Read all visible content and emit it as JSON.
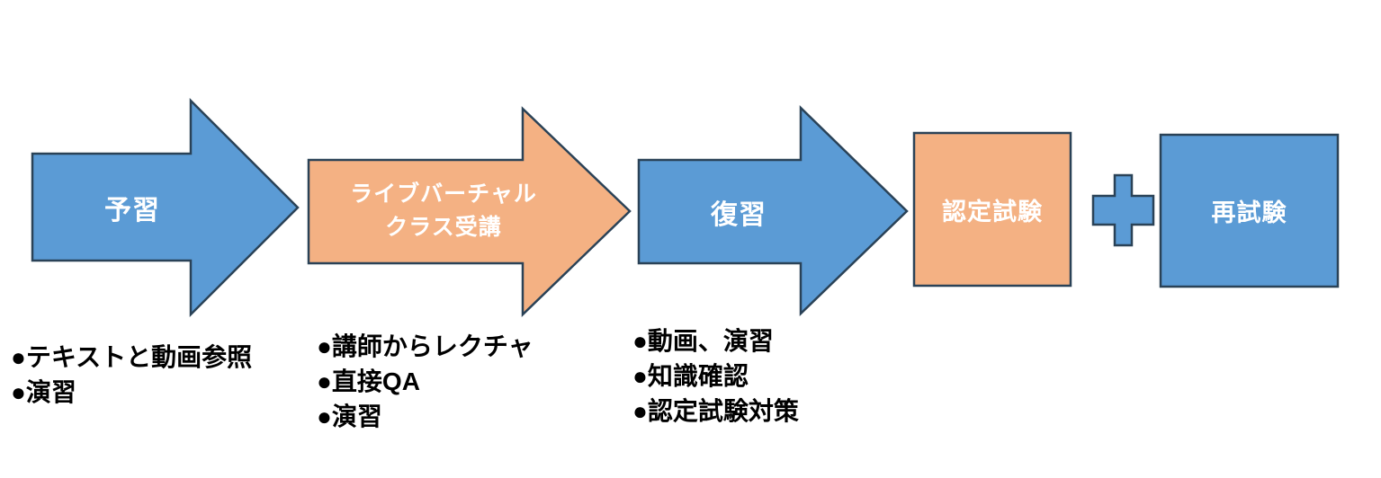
{
  "colors": {
    "blue_fill": "#5B9BD5",
    "orange_fill": "#F4B183",
    "shape_border": "#2A4257",
    "step_label_text": "#FFFFFF",
    "list_text": "#000000"
  },
  "flow": {
    "steps": [
      {
        "label": "予習",
        "shape": "arrow-right",
        "fill": "#5B9BD5"
      },
      {
        "label": "ライブバーチャル\nクラス受講",
        "shape": "arrow-right",
        "fill": "#F4B183"
      },
      {
        "label": "復習",
        "shape": "arrow-right",
        "fill": "#5B9BD5"
      },
      {
        "label": "認定試験",
        "shape": "box",
        "fill": "#F4B183"
      },
      {
        "label": "再試験",
        "shape": "box",
        "fill": "#5B9BD5"
      }
    ],
    "connector": {
      "icon": "plus-sign",
      "fill": "#5B9BD5"
    }
  },
  "detail_lists": [
    {
      "items": [
        "●テキストと動画参照",
        "●演習"
      ]
    },
    {
      "items": [
        "●講師からレクチャ",
        "●直接QA",
        "●演習"
      ]
    },
    {
      "items": [
        "●動画、演習",
        "●知識確認",
        "●認定試験対策"
      ]
    }
  ]
}
